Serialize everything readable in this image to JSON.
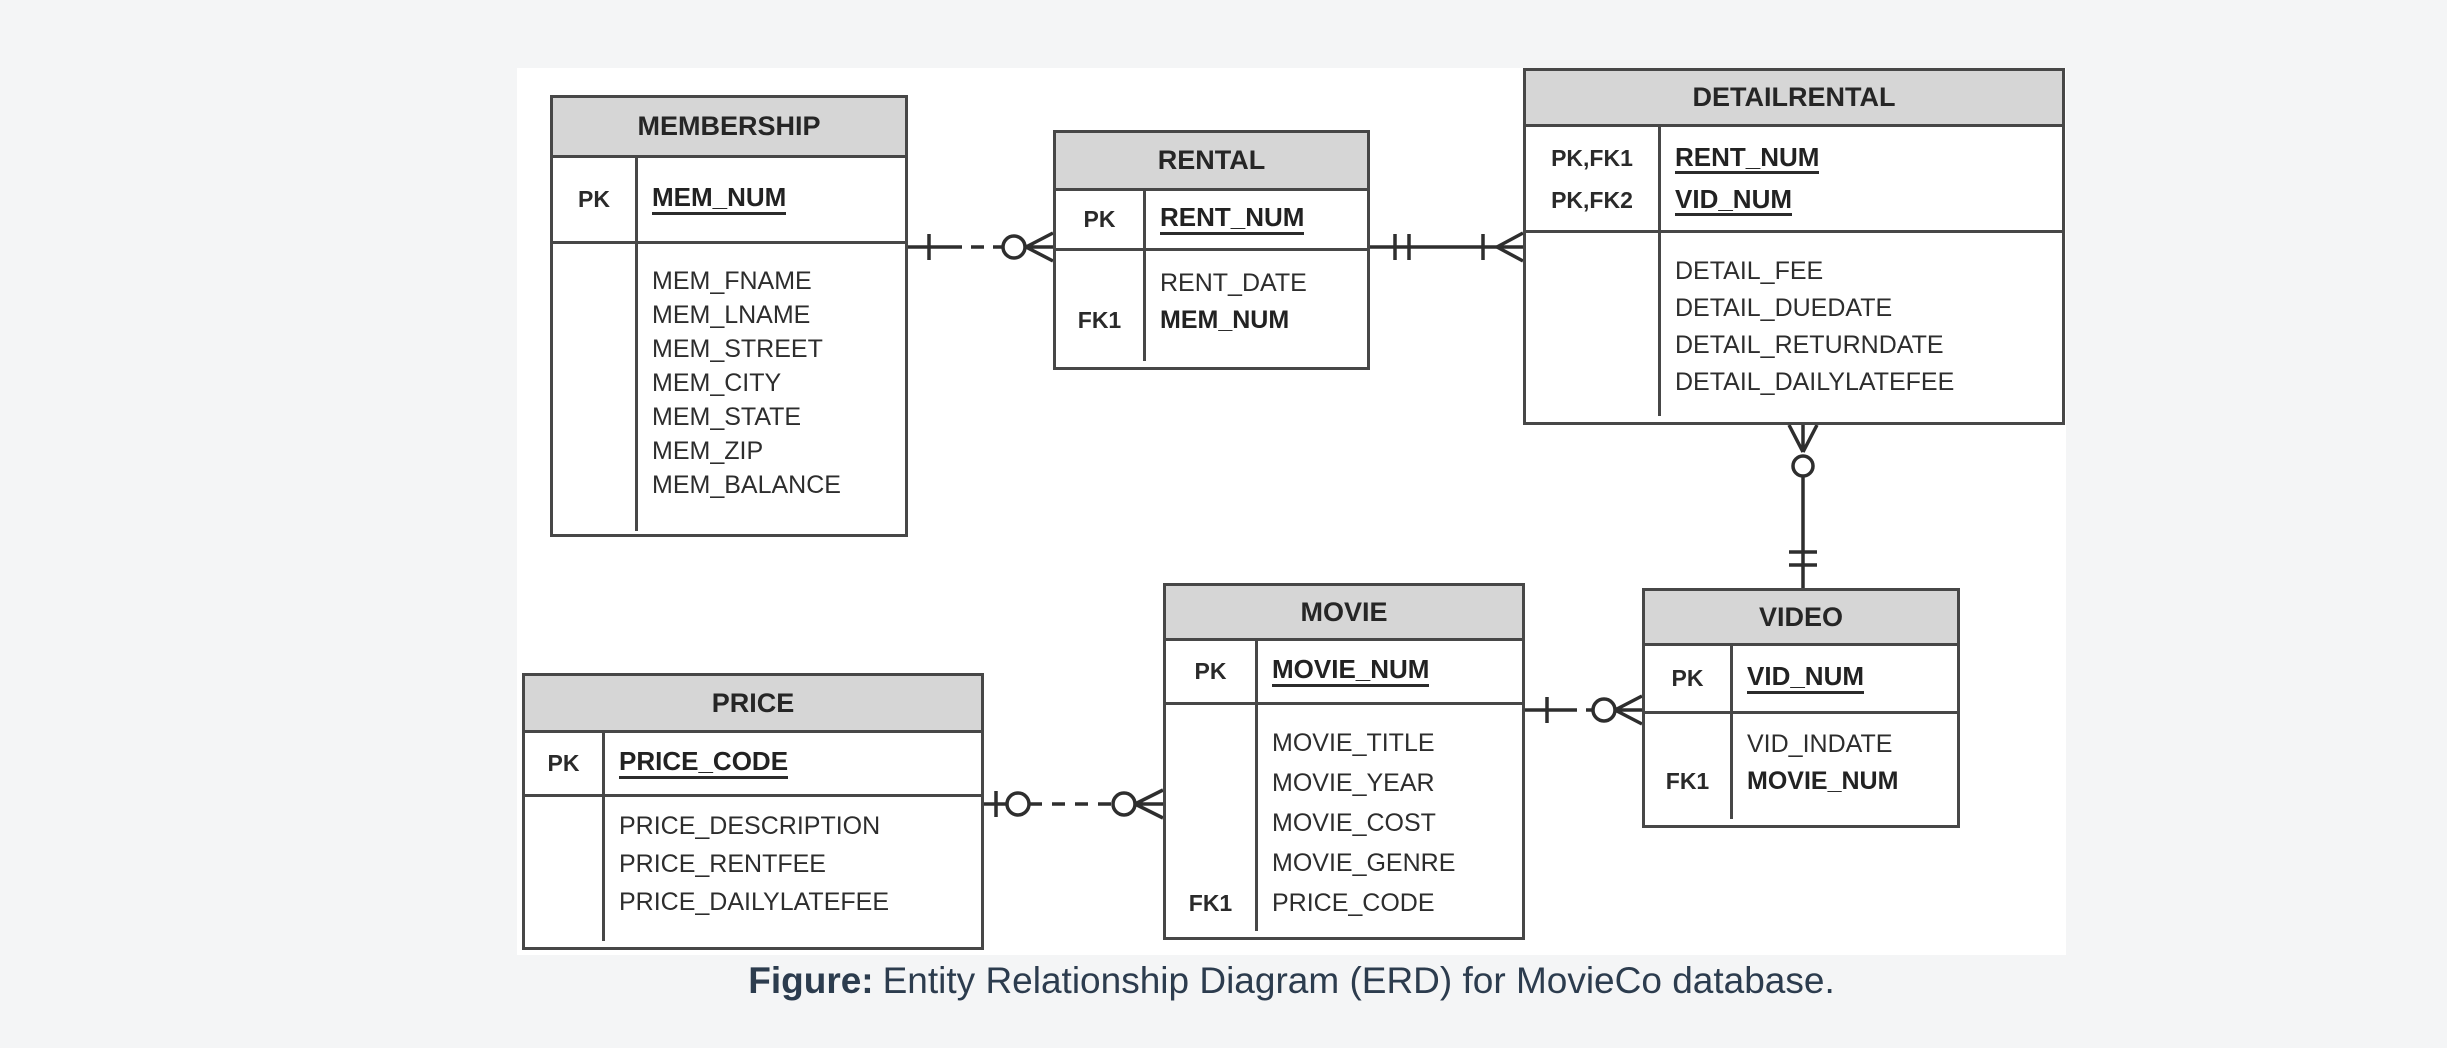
{
  "figure": {
    "caption_label": "Figure:",
    "caption_text": "Entity Relationship Diagram (ERD) for MovieCo database."
  },
  "colors": {
    "page_background": "#f4f5f6",
    "canvas_background": "#ffffff",
    "entity_header_fill": "#d6d6d6",
    "entity_border": "#474747",
    "text": "#2d2d2d",
    "connector_line": "#2e2e2e",
    "caption_text": "#2c3c4e"
  },
  "entities": [
    {
      "name": "MEMBERSHIP",
      "primary_keys": [
        {
          "key": "PK",
          "attr": "MEM_NUM"
        }
      ],
      "attributes": [
        {
          "key": "",
          "name": "MEM_FNAME"
        },
        {
          "key": "",
          "name": "MEM_LNAME"
        },
        {
          "key": "",
          "name": "MEM_STREET"
        },
        {
          "key": "",
          "name": "MEM_CITY"
        },
        {
          "key": "",
          "name": "MEM_STATE"
        },
        {
          "key": "",
          "name": "MEM_ZIP"
        },
        {
          "key": "",
          "name": "MEM_BALANCE"
        }
      ]
    },
    {
      "name": "RENTAL",
      "primary_keys": [
        {
          "key": "PK",
          "attr": "RENT_NUM"
        }
      ],
      "attributes": [
        {
          "key": "",
          "name": "RENT_DATE"
        },
        {
          "key": "FK1",
          "name": "MEM_NUM"
        }
      ]
    },
    {
      "name": "DETAILRENTAL",
      "primary_keys": [
        {
          "key": "PK,FK1",
          "attr": "RENT_NUM"
        },
        {
          "key": "PK,FK2",
          "attr": "VID_NUM"
        }
      ],
      "attributes": [
        {
          "key": "",
          "name": "DETAIL_FEE"
        },
        {
          "key": "",
          "name": "DETAIL_DUEDATE"
        },
        {
          "key": "",
          "name": "DETAIL_RETURNDATE"
        },
        {
          "key": "",
          "name": "DETAIL_DAILYLATEFEE"
        }
      ]
    },
    {
      "name": "MOVIE",
      "primary_keys": [
        {
          "key": "PK",
          "attr": "MOVIE_NUM"
        }
      ],
      "attributes": [
        {
          "key": "",
          "name": "MOVIE_TITLE"
        },
        {
          "key": "",
          "name": "MOVIE_YEAR"
        },
        {
          "key": "",
          "name": "MOVIE_COST"
        },
        {
          "key": "",
          "name": "MOVIE_GENRE"
        },
        {
          "key": "FK1",
          "name": "PRICE_CODE"
        }
      ]
    },
    {
      "name": "VIDEO",
      "primary_keys": [
        {
          "key": "PK",
          "attr": "VID_NUM"
        }
      ],
      "attributes": [
        {
          "key": "",
          "name": "VID_INDATE"
        },
        {
          "key": "FK1",
          "name": "MOVIE_NUM"
        }
      ]
    },
    {
      "name": "PRICE",
      "primary_keys": [
        {
          "key": "PK",
          "attr": "PRICE_CODE"
        }
      ],
      "attributes": [
        {
          "key": "",
          "name": "PRICE_DESCRIPTION"
        },
        {
          "key": "",
          "name": "PRICE_RENTFEE"
        },
        {
          "key": "",
          "name": "PRICE_DAILYLATEFEE"
        }
      ]
    }
  ],
  "relationships": [
    {
      "from": "MEMBERSHIP",
      "to": "RENTAL",
      "from_end": "mandatory one (bar)",
      "to_end": "optional many (circle + crow's foot)",
      "line_style": "dashed"
    },
    {
      "from": "RENTAL",
      "to": "DETAILRENTAL",
      "from_end": "one and only one (double bar)",
      "to_end": "mandatory many (bar + crow's foot)",
      "line_style": "solid"
    },
    {
      "from": "DETAILRENTAL",
      "to": "VIDEO",
      "from_end": "optional many (crow's foot + circle)",
      "to_end": "one and only one (double bar)",
      "line_style": "solid"
    },
    {
      "from": "MOVIE",
      "to": "VIDEO",
      "from_end": "mandatory one (bar)",
      "to_end": "optional many (circle + crow's foot)",
      "line_style": "dashed"
    },
    {
      "from": "PRICE",
      "to": "MOVIE",
      "from_end": "optional one (bar + circle)",
      "to_end": "optional many (circle + crow's foot)",
      "line_style": "dashed"
    }
  ]
}
